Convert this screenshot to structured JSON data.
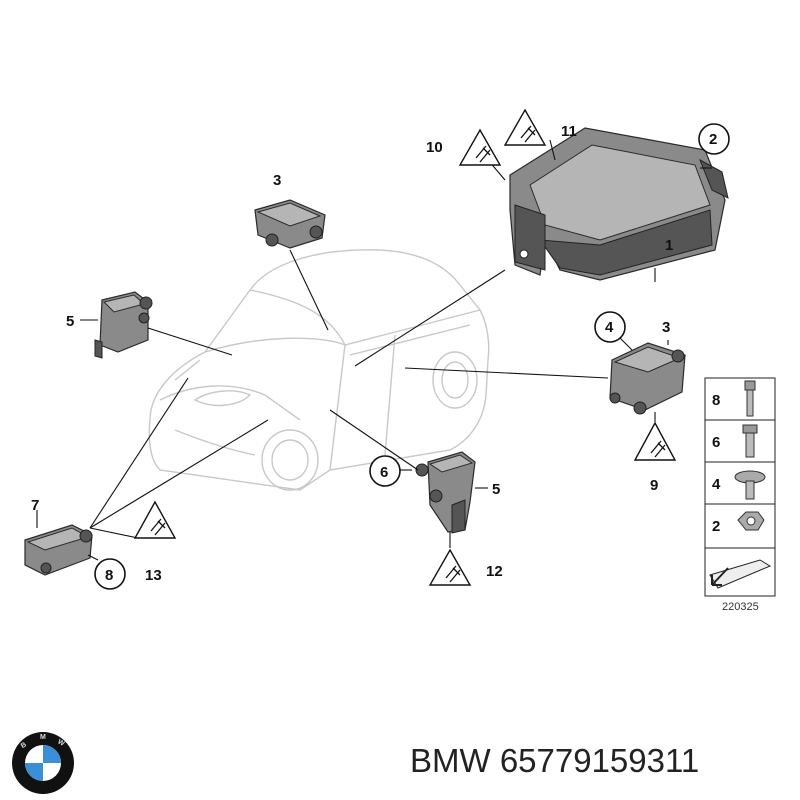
{
  "callouts": {
    "c1": "1",
    "c2": "2",
    "c3a": "3",
    "c3b": "3",
    "c4": "4",
    "c5a": "5",
    "c5b": "5",
    "c6": "6",
    "c7": "7",
    "c8": "8",
    "c9": "9",
    "c10": "10",
    "c11": "11",
    "c12": "12",
    "c13": "13"
  },
  "legend": {
    "items": [
      "8",
      "6",
      "4",
      "2"
    ],
    "code": "220325"
  },
  "brand": {
    "logo_letters": "BMW",
    "caption": "BMW 65779159311"
  },
  "colors": {
    "part_gray": "#8a8a8a",
    "bmw_blue": "#3a8fd6",
    "bmw_black": "#111111"
  }
}
